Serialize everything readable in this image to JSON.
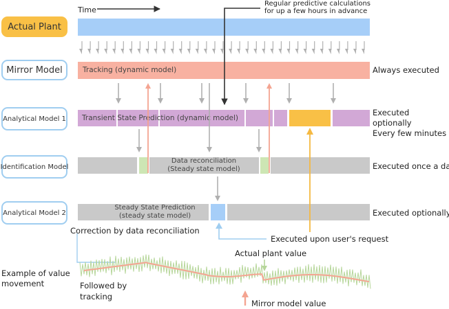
{
  "time_label": "Time",
  "callouts": {
    "regular_prediction": "Regular predictive calculations\nfor up a few hours in advance",
    "correction": "Correction by data reconciliation",
    "user_request": "Executed upon user's request",
    "actual_plant_value": "Actual plant value",
    "followed_by_tracking": "Followed by\ntracking",
    "mirror_model_value": "Mirror model value",
    "example": "Example of value\nmovement"
  },
  "rows": {
    "actual_plant": {
      "label": "Actual Plant"
    },
    "mirror_model": {
      "label": "Mirror Model",
      "bar_text": "Tracking (dynamic model)",
      "note": "Always executed"
    },
    "analytical_1": {
      "label": "Analytical Model 1",
      "bar_text": "Transient State Prediction (dynamic model)",
      "note": "Executed optionally\nEvery few minutes"
    },
    "identification": {
      "label": "Identification Model",
      "bar_text": "Data reconciliation\n(Steady state model)",
      "note": "Executed once a day"
    },
    "analytical_2": {
      "label": "Analytical Model 2",
      "bar_text": "Steady State Prediction\n(steady state model)",
      "note": "Executed optionally"
    }
  },
  "colors": {
    "plant_pill": "#f9c046",
    "plant_bar": "#a6cef8",
    "mirror_bar": "#f8b1a1",
    "analytic_bar": "#d2a8d6",
    "gray_bar": "#c9c9c9",
    "orange_block": "#f9c046",
    "green_block": "#cde6b4",
    "blue_block": "#a6cef8",
    "pill_border": "#9fcdf0",
    "arrow_gray": "#b0b0b0",
    "arrow_salmon": "#f4a491",
    "arrow_orange": "#f5b942",
    "arrow_blue": "#9fcdf0",
    "arrow_green": "#b6d69a",
    "arrow_dark": "#333333",
    "wave_green": "#b6d69a",
    "wave_salmon": "#f4a491"
  }
}
